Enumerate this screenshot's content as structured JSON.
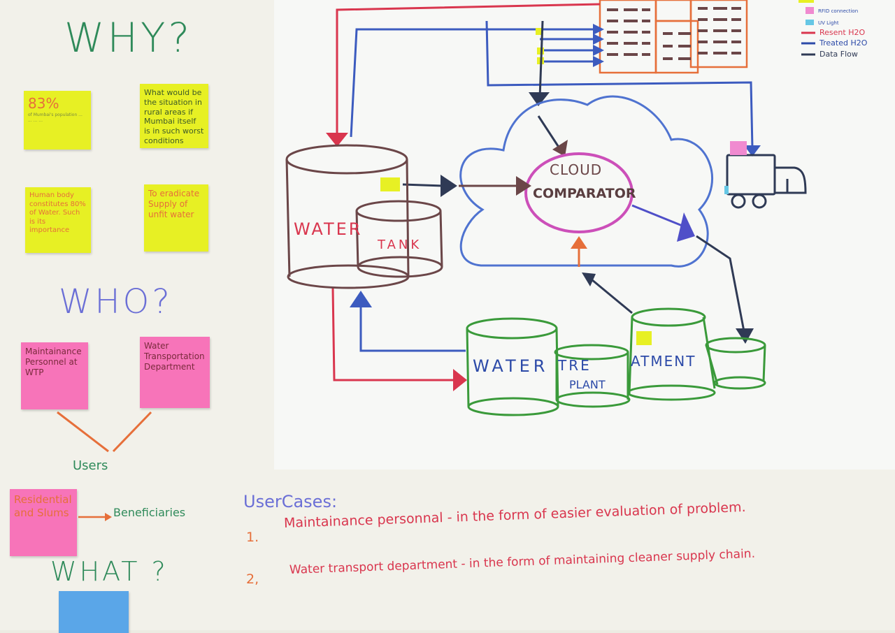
{
  "poster": {
    "badge": "",
    "why": {
      "heading": "WHY?",
      "notes": [
        {
          "headline": "83%",
          "body": "of Mumbai's population ... ... ... ..."
        },
        {
          "headline": "What would be the situation in rural areas if Mumbai itself is in such worst conditions",
          "body": ""
        },
        {
          "headline": "",
          "body": "Human body constitutes 80% of Water. Such is its importance"
        },
        {
          "headline": "",
          "body": "To eradicate Supply of unfit water"
        }
      ]
    },
    "who": {
      "heading": "WHO?",
      "notes": [
        {
          "text": "Maintainance Personnel at WTP"
        },
        {
          "text": "Water Transportation Department"
        }
      ],
      "users_label": "Users",
      "residential_note": "Residential and Slums",
      "beneficiaries_label": "Beneficiaries"
    },
    "what": {
      "heading": "WHAT ?"
    }
  },
  "diagram": {
    "tank_label_1": "WATER",
    "tank_label_2": "TANK",
    "cloud_label_1": "CLOUD",
    "cloud_label_2": "COMPARATOR",
    "plant_label_1": "WATER",
    "plant_label_2": "TRE",
    "plant_label_3": "ATMENT",
    "plant_label_4": "PLANT",
    "legend": [
      {
        "label": "RFID connection",
        "color": "#f08ad0"
      },
      {
        "label": "UV Light",
        "color": "#66c7e5"
      },
      {
        "label": "Resent H2O",
        "color": "#d9364e"
      },
      {
        "label": "Treated H2O",
        "color": "#2c4aa8"
      },
      {
        "label": "Data Flow",
        "color": "#2f3a55"
      }
    ],
    "colors": {
      "red": "#d9364e",
      "blue": "#3c5bbf",
      "navy": "#2f3a55",
      "brown": "#6b4648",
      "green": "#3a9a3a",
      "pink": "#cc4fb9",
      "orange": "#e66f3a",
      "sensor": "#e7f024",
      "sticky_yellow": "#e7f024",
      "sticky_pink": "#f774b9",
      "sticky_blue": "#5aa6e8"
    }
  },
  "use_cases": {
    "title": "UserCases:",
    "items": [
      {
        "num": "1.",
        "text": "Maintainance personnal - in the form of easier evaluation of problem."
      },
      {
        "num": "2,",
        "text": "Water transport department - in the form of maintaining cleaner supply chain."
      }
    ]
  }
}
